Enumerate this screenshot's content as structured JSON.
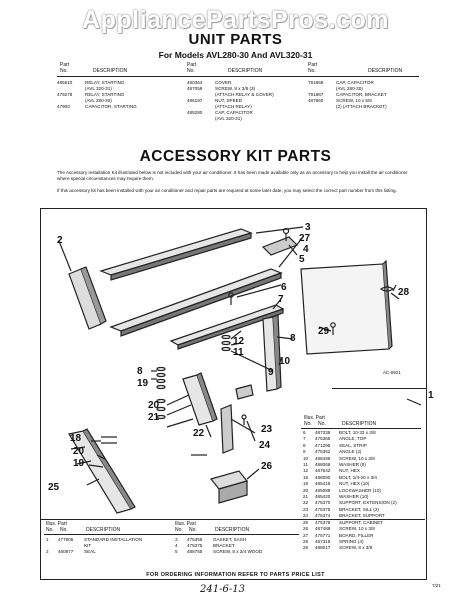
{
  "watermark": "AppliancePartsPros.com",
  "unit_parts": {
    "title": "UNIT PARTS",
    "models": "For Models AVL280-30 And AVL320-31",
    "col_headers": {
      "part": "Part",
      "no": "No.",
      "description": "DESCRIPTION"
    },
    "col1": [
      {
        "part": "485610",
        "desc": "RELAY, STARTING"
      },
      {
        "part": "",
        "desc": "(AVL 320-31)"
      },
      {
        "part": "479278",
        "desc": "RELAY, STARTING"
      },
      {
        "part": "",
        "desc": "(AVL 280-30)"
      },
      {
        "part": "47900",
        "desc": "CAPACITOR, STARTING"
      }
    ],
    "col2": [
      {
        "part": "480364",
        "desc": "COVER"
      },
      {
        "part": "487059",
        "desc": "SCREW, 8 x 3/8 (3)"
      },
      {
        "part": "",
        "desc": "(ATTACH RELAY & COVER)"
      },
      {
        "part": "486197",
        "desc": "NUT, SPEED"
      },
      {
        "part": "",
        "desc": "(ATTACH RELAY)"
      },
      {
        "part": "485280",
        "desc": "CAP, CAPACITOR"
      },
      {
        "part": "",
        "desc": "(AVL 320-31)"
      }
    ],
    "col3": [
      {
        "part": "781868",
        "desc": "CAP, CAPACITOR"
      },
      {
        "part": "",
        "desc": "(AVL 280-30)"
      },
      {
        "part": "791867",
        "desc": "CAPACITOR, BRACKET"
      },
      {
        "part": "487660",
        "desc": "SCREW, 10 x 5/8"
      },
      {
        "part": "",
        "desc": "(2) (ATTACH BRACKET)"
      }
    ]
  },
  "accessory": {
    "title": "ACCESSORY KIT PARTS",
    "para1": "The Accessory Installation Kit illustrated below is not included with your air conditioner. It has been made available only as an accessory to help you install the air conditioner where special circumstances may require them.",
    "para2": "If this accessory kit has been installed with your air conditioner and repair parts are required at some later date, you may select the correct part number from this listing.",
    "callouts": [
      "2",
      "3",
      "27",
      "4",
      "5",
      "6",
      "7",
      "28",
      "8",
      "29",
      "12",
      "11",
      "10",
      "9",
      "8",
      "19",
      "20",
      "21",
      "1",
      "22",
      "18",
      "23",
      "24",
      "26",
      "18",
      "20",
      "19",
      "25"
    ],
    "drawing_code": "AC-0921",
    "illus_headers": {
      "illus": "Illus.",
      "no": "No.",
      "part": "Part",
      "description": "DESCRIPTION"
    },
    "right_list": [
      {
        "ill": "6",
        "part": "487339",
        "desc": "BOLT, 10-32 x 3/8"
      },
      {
        "ill": "7",
        "part": "475365",
        "desc": "ANGLE, TOP"
      },
      {
        "ill": "8",
        "part": "471295",
        "desc": "SEAL, STRIP"
      },
      {
        "ill": "9",
        "part": "475362",
        "desc": "ANGLE (2)"
      },
      {
        "ill": "10",
        "part": "488485",
        "desc": "SCREW, 10 x 3/8"
      },
      {
        "ill": "11",
        "part": "488066",
        "desc": "WASHER (8)"
      },
      {
        "ill": "12",
        "part": "487642",
        "desc": "NUT, HEX"
      },
      {
        "ill": "18",
        "part": "488090",
        "desc": "BOLT, 1/4-20 x 3/4"
      },
      {
        "ill": "19",
        "part": "485419",
        "desc": "NUT, HEX (10)"
      },
      {
        "ill": "20",
        "part": "485089",
        "desc": "LOCKWASHER (10)"
      },
      {
        "ill": "21",
        "part": "485420",
        "desc": "WASHER (10)"
      },
      {
        "ill": "22",
        "part": "475370",
        "desc": "SUPPORT, EXTENSION (2)"
      },
      {
        "ill": "23",
        "part": "475375",
        "desc": "BRACKET, SILL (2)"
      },
      {
        "ill": "24",
        "part": "475374",
        "desc": "BRACKET, SUPPORT"
      },
      {
        "ill": "25",
        "part": "475376",
        "desc": "SUPPORT, CABINET"
      },
      {
        "ill": "26",
        "part": "487489",
        "desc": "SCREW, 10 x 3/8"
      },
      {
        "ill": "27",
        "part": "475771",
        "desc": "BOARD, FILLER"
      },
      {
        "ill": "28",
        "part": "487316",
        "desc": "SPRING (4)"
      },
      {
        "ill": "29",
        "part": "488017",
        "desc": "SCREW, 8 x 3/8"
      }
    ],
    "bottom_left": [
      {
        "ill": "1",
        "part": "477905",
        "desc": "STANDARD INSTALLATION"
      },
      {
        "ill": "",
        "part": "",
        "desc": "KIT"
      },
      {
        "ill": "2",
        "part": "460877",
        "desc": "SEAL"
      }
    ],
    "bottom_mid": [
      {
        "ill": "3",
        "part": "475359",
        "desc": "GASKET, SASH"
      },
      {
        "ill": "4",
        "part": "475375",
        "desc": "BRACKET"
      },
      {
        "ill": "5",
        "part": "488755",
        "desc": "SCREW, 8 x 3/4 WOOD"
      }
    ]
  },
  "footer": "FOR ORDERING INFORMATION REFER TO PARTS PRICE LIST",
  "handwritten": "241-6-13",
  "page_code": "7/21"
}
